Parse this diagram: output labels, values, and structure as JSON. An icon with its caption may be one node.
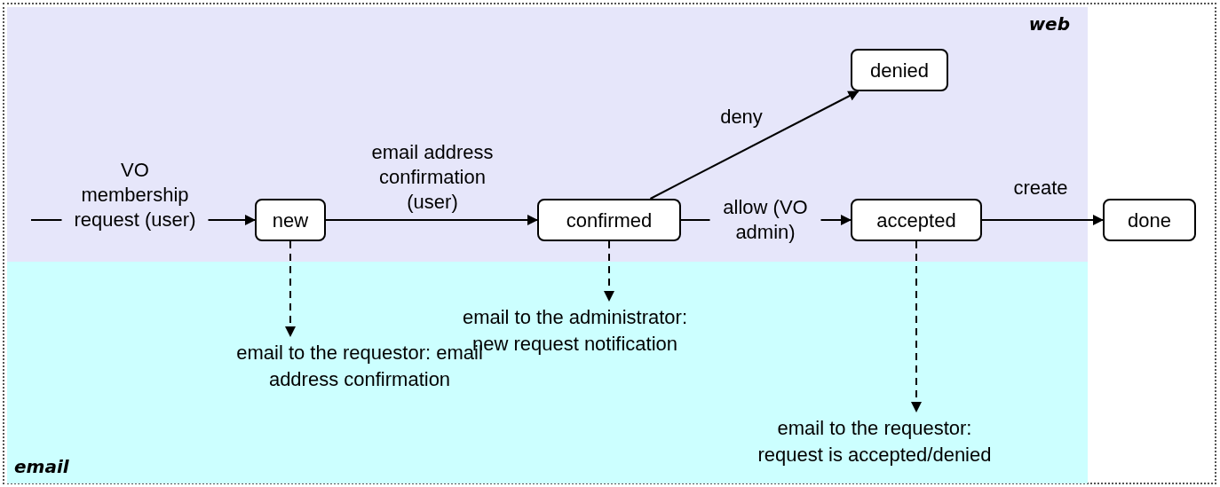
{
  "diagram": {
    "nodes": [
      {
        "text": [
          "web"
        ]
      },
      {
        "text": [
          "email"
        ]
      },
      {
        "text": [
          "new"
        ],
        "in": 0
      },
      {
        "text": [
          "confirmed"
        ],
        "in": 0
      },
      {
        "text": [
          "denied"
        ],
        "in": 0
      },
      {
        "text": [
          "accepted"
        ],
        "in": 0
      },
      {
        "text": [
          "done"
        ]
      },
      {
        "text": [
          "email to the requestor: email address confirmation"
        ],
        "in": 1
      },
      {
        "text": [
          "email to the administrator: new request notification"
        ],
        "in": 1
      },
      {
        "text": [
          "email to the requestor: request is accepted/denied"
        ],
        "in": 1
      }
    ],
    "edges": [
      {
        "from": null,
        "to": 2,
        "arrow": "to",
        "label": "VO membership request (user)"
      },
      {
        "from": 2,
        "to": 3,
        "arrow": "to",
        "label": "email address confirmation (user)"
      },
      {
        "from": 3,
        "to": 4,
        "arrow": "to",
        "label": "deny"
      },
      {
        "from": 3,
        "to": 5,
        "arrow": "to",
        "label": "allow (VO admin)"
      },
      {
        "from": 5,
        "to": 6,
        "arrow": "to",
        "label": "create"
      },
      {
        "from": 2,
        "to": 7,
        "arrow": "to",
        "style": "dashed"
      },
      {
        "from": 3,
        "to": 8,
        "arrow": "to",
        "style": "dashed"
      },
      {
        "from": 5,
        "to": 9,
        "arrow": "to",
        "style": "dashed"
      }
    ]
  }
}
